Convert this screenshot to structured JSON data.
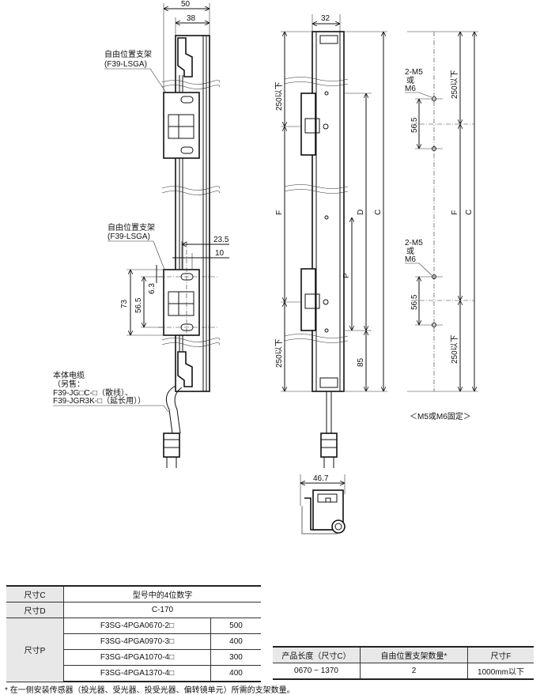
{
  "drawing": {
    "dim_50": "50",
    "dim_38": "38",
    "bracket_label_1": "自由位置支架",
    "bracket_model_1": "(F39-LSGA)",
    "bracket_label_2": "自由位置支架",
    "bracket_model_2": "(F39-LSGA)",
    "dim_23_5": "23.5",
    "dim_10": "10",
    "dim_73": "73",
    "dim_56_5_left": "56.5",
    "dim_6_3": "6.3",
    "cable_label": [
      "本体电缆",
      "（另售：",
      "F39-JG□C-□（散线）、",
      "F39-JGR3K-□（延长用））"
    ],
    "dim_32": "32",
    "dim_250_top": "250以下",
    "dim_250_bottom": "250以下",
    "dim_F": "F",
    "dim_C": "C",
    "dim_D": "D",
    "dim_P": "P",
    "dim_85": "85",
    "hole_label_1": [
      "2-M5",
      "或",
      "M6"
    ],
    "hole_label_2": [
      "2-M5",
      "或",
      "M6"
    ],
    "dim_56_5_right_1": "56.5",
    "dim_56_5_right_2": "56.5",
    "dim_F_right": "F",
    "dim_C_right": "C",
    "dim_250_right_top": "250以下",
    "dim_250_right_bottom": "250以下",
    "fixing_caption": "＜M5或M6固定＞",
    "dim_46_7": "46.7"
  },
  "table_dimensions": {
    "row_c": {
      "label": "尺寸C",
      "value": "型号中的4位数字"
    },
    "row_d": {
      "label": "尺寸D",
      "value": "C-170"
    },
    "row_p": {
      "label": "尺寸P",
      "items": [
        {
          "model": "F3SG-4PGA0670-2□",
          "value": "500"
        },
        {
          "model": "F3SG-4PGA0970-3□",
          "value": "400"
        },
        {
          "model": "F3SG-4PGA1070-4□",
          "value": "300"
        },
        {
          "model": "F3SG-4PGA1370-4□",
          "value": "400"
        }
      ]
    }
  },
  "table_brackets": {
    "headers": [
      "产品长度（尺寸C）",
      "自由位置支架数量*",
      "尺寸F"
    ],
    "rows": [
      [
        "0670 ~ 1370",
        "2",
        "1000mm以下"
      ]
    ]
  },
  "footnote": "* 在一侧安装传感器（投光器、受光器、投受光器、偏转镜单元）所需的支架数量。"
}
